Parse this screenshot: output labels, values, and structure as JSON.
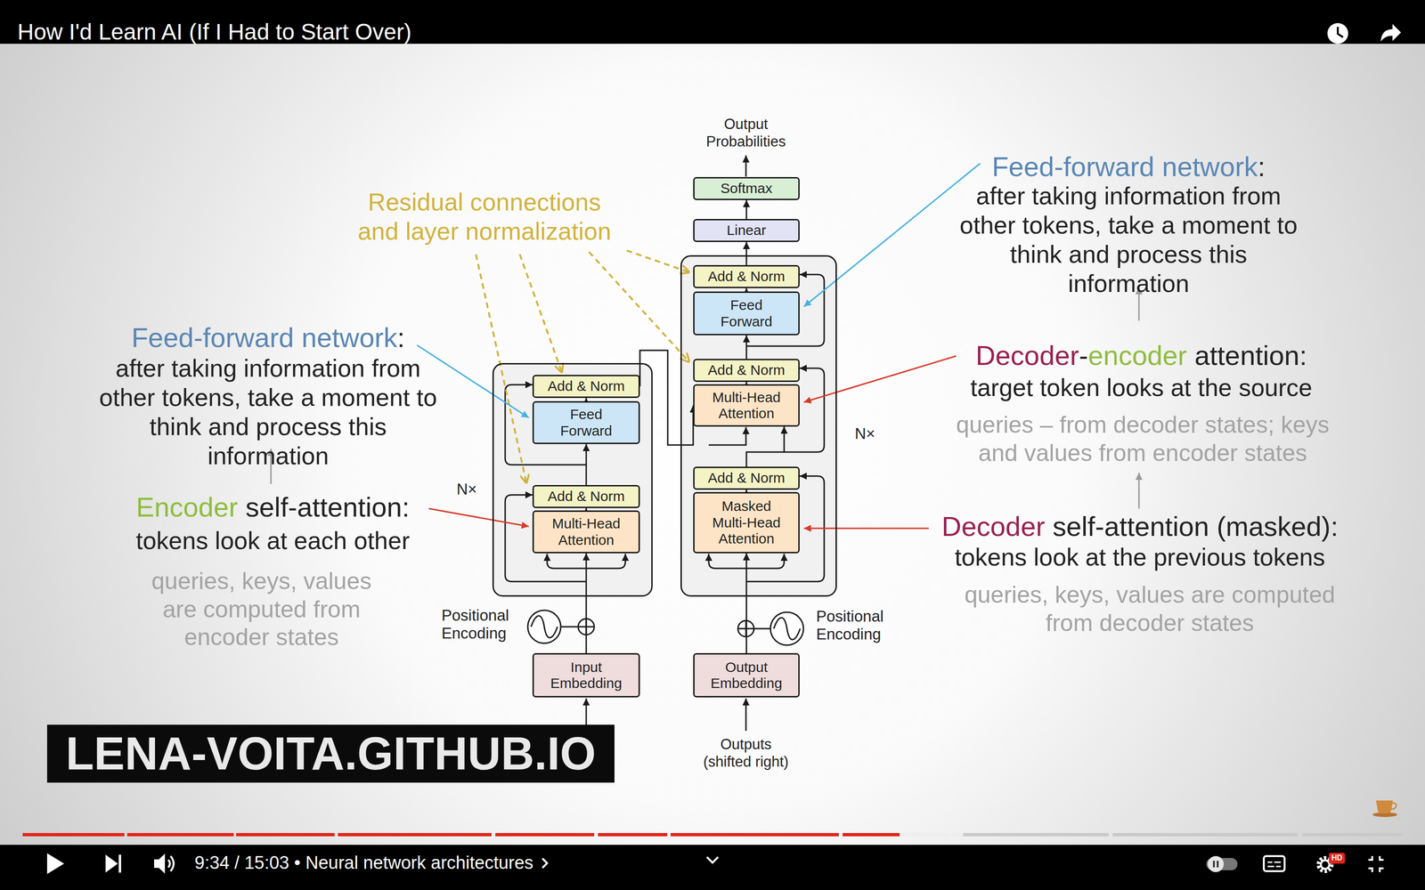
{
  "diagram": {
    "title": "How I'd Learn AI (If I Had to Start Over)",
    "nodes": [
      {
        "text": [
          "Softmax"
        ]
      },
      {
        "text": [
          "Linear"
        ]
      },
      {
        "text": [
          "N×"
        ]
      },
      {
        "text": [
          "Add & Norm"
        ],
        "in": 2
      },
      {
        "text": [
          "Feed Forward"
        ],
        "in": 2
      },
      {
        "text": [
          "Add & Norm"
        ],
        "in": 2
      },
      {
        "text": [
          "Multi-Head Attention"
        ],
        "in": 2
      },
      {
        "text": [
          "N×"
        ]
      },
      {
        "text": [
          "Add & Norm"
        ],
        "in": 7
      },
      {
        "text": [
          "Feed Forward"
        ],
        "in": 7
      },
      {
        "text": [
          "Add & Norm"
        ],
        "in": 7
      },
      {
        "text": [
          "Multi-Head Attention"
        ],
        "in": 7
      },
      {
        "text": [
          "Add & Norm"
        ],
        "in": 7
      },
      {
        "text": [
          "Masked Multi-Head Attention"
        ],
        "in": 7
      },
      {
        "text": [
          "Input Embedding"
        ]
      },
      {
        "text": [
          "Output Embedding"
        ]
      },
      {
        "text": [
          "LENA-VOITA.GITHUB.IO"
        ]
      },
      {
        "text": [
          "HD"
        ]
      }
    ],
    "edges": [
      {
        "from": 14,
        "to": 6,
        "arrow": "to"
      },
      {
        "from": 6,
        "to": 5,
        "arrow": "to"
      },
      {
        "from": 5,
        "to": 4,
        "arrow": "to"
      },
      {
        "from": 4,
        "to": 3,
        "arrow": "to"
      },
      {
        "from": 3,
        "to": 11,
        "arrow": "to"
      },
      {
        "from": 15,
        "to": 13,
        "arrow": "to"
      },
      {
        "from": 13,
        "to": 12,
        "arrow": "to"
      },
      {
        "from": 12,
        "to": 11,
        "arrow": "to"
      },
      {
        "from": 11,
        "to": 10,
        "arrow": "to"
      },
      {
        "from": 10,
        "to": 9,
        "arrow": "to"
      },
      {
        "from": 9,
        "to": 8,
        "arrow": "to"
      },
      {
        "from": 8,
        "to": 1,
        "arrow": "to"
      },
      {
        "from": 1,
        "to": 0,
        "arrow": "to"
      }
    ],
    "labels": [
      "Output Probabilities",
      "Feed-forward network",
      ":",
      "after taking information from other tokens, take a moment to think and process this information",
      "Residual connections and layer normalization",
      "Feed-forward network",
      ":",
      "after taking information from other tokens, take a moment to think and process this information",
      "Decoder",
      "-",
      "encoder",
      "attention:",
      "target token looks at the source",
      "queries – from decoder states; keys and values from encoder states",
      "Encoder",
      "self-attention:",
      "tokens look at each other",
      "queries, keys, values are computed from encoder states",
      "Decoder",
      "self-attention (masked):",
      "tokens look at the previous tokens",
      "queries, keys, values are computed from decoder states",
      "Positional Encoding",
      "Positional Encoding",
      "Outputs (shifted right)",
      "9:34 / 15:03",
      "• Neural network architectures"
    ]
  }
}
